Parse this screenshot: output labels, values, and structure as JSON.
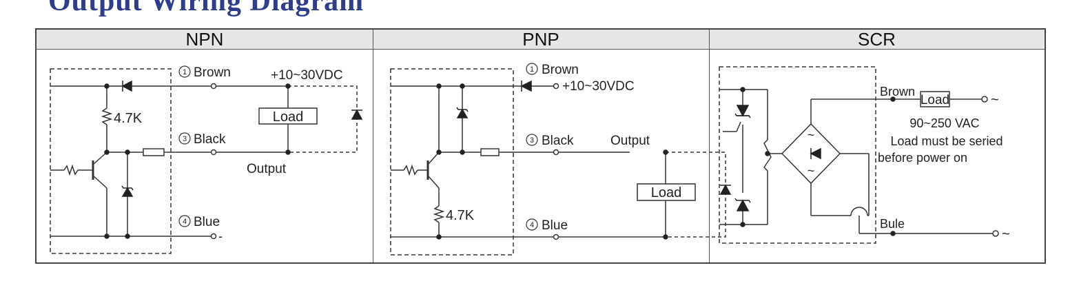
{
  "title_strip": "Output Wiring Diagram",
  "headers": [
    "NPN",
    "PNP",
    "SCR"
  ],
  "npn": {
    "brown": "Brown",
    "supply": "+10~30VDC",
    "resistor": "4.7K",
    "load": "Load",
    "black": "Black",
    "output": "Output",
    "blue": "Blue",
    "minus": "-",
    "pin1": "1",
    "pin3": "3",
    "pin4": "4"
  },
  "pnp": {
    "brown": "Brown",
    "supply": "+10~30VDC",
    "black": "Black",
    "output": "Output",
    "load": "Load",
    "resistor": "4.7K",
    "blue": "Blue",
    "pin1": "1",
    "pin3": "3",
    "pin4": "4"
  },
  "scr": {
    "brown": "Brown",
    "load": "Load",
    "ac_symbol": "~",
    "voltage": "90~250 VAC",
    "note1": "Load must be seried",
    "note2": "before power on",
    "bule": "Bule",
    "bridge_ac": "~"
  },
  "colors": {
    "border": "#444444",
    "header_bg": "#e6e6e6",
    "line": "#333333",
    "title": "#2f3d8c"
  }
}
